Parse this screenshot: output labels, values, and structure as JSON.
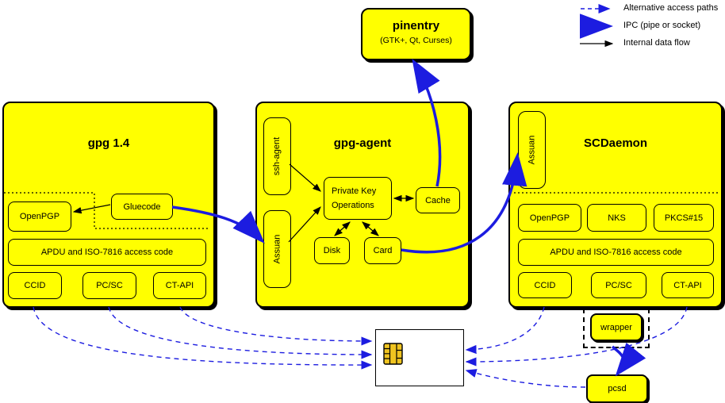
{
  "legend": {
    "alternative": "Alternative access paths",
    "ipc": "IPC (pipe or socket)",
    "internal": "Internal data flow"
  },
  "pinentry": {
    "title": "pinentry",
    "subtitle": "(GTK+, Qt, Curses)"
  },
  "gpg14": {
    "title": "gpg 1.4",
    "openpgp": "OpenPGP",
    "gluecode": "Gluecode",
    "apdu": "APDU and ISO-7816 access code",
    "ccid": "CCID",
    "pcsc": "PC/SC",
    "ctapi": "CT-API"
  },
  "gpg_agent": {
    "title": "gpg-agent",
    "ssh_agent": "ssh-agent",
    "assuan": "Assuan",
    "pko_line1": "Private Key",
    "pko_line2": "Operations",
    "cache": "Cache",
    "disk": "Disk",
    "card": "Card"
  },
  "scdaemon": {
    "title": "SCDaemon",
    "assuan": "Assuan",
    "openpgp": "OpenPGP",
    "nks": "NKS",
    "pkcs15": "PKCS#15",
    "apdu": "APDU and ISO-7816 access code",
    "ccid": "CCID",
    "pcsc": "PC/SC",
    "ctapi": "CT-API"
  },
  "peripherals": {
    "wrapper": "wrapper",
    "pcsd": "pcsd"
  },
  "colors": {
    "box_fill": "#ffff00",
    "ipc_blue": "#1c1ce0",
    "chip_gold": "#f0c420",
    "outline": "#000000"
  }
}
